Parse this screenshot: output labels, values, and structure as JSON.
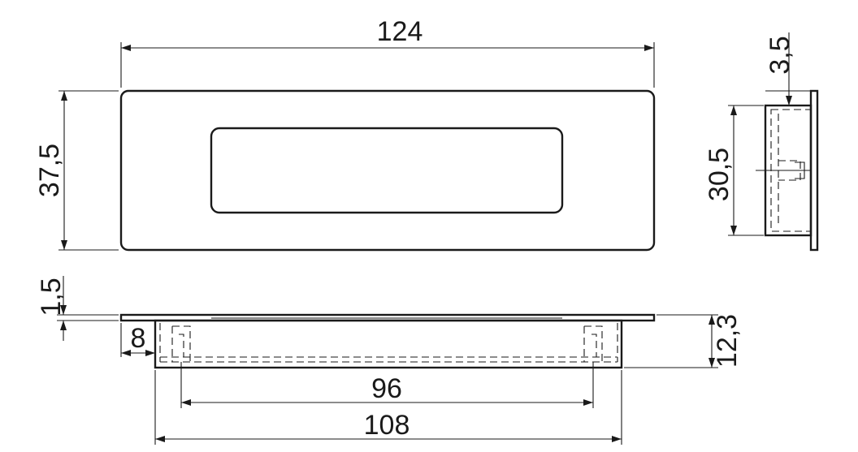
{
  "dimensions": {
    "length": "124",
    "height": "37,5",
    "depth_face": "3,5",
    "inner_height": "30,5",
    "flange": "1,5",
    "offset": "8",
    "total_depth": "12,3",
    "hole_spacing": "96",
    "body_length": "108"
  },
  "colors": {
    "line": "#1a1a1a",
    "background": "#ffffff"
  }
}
